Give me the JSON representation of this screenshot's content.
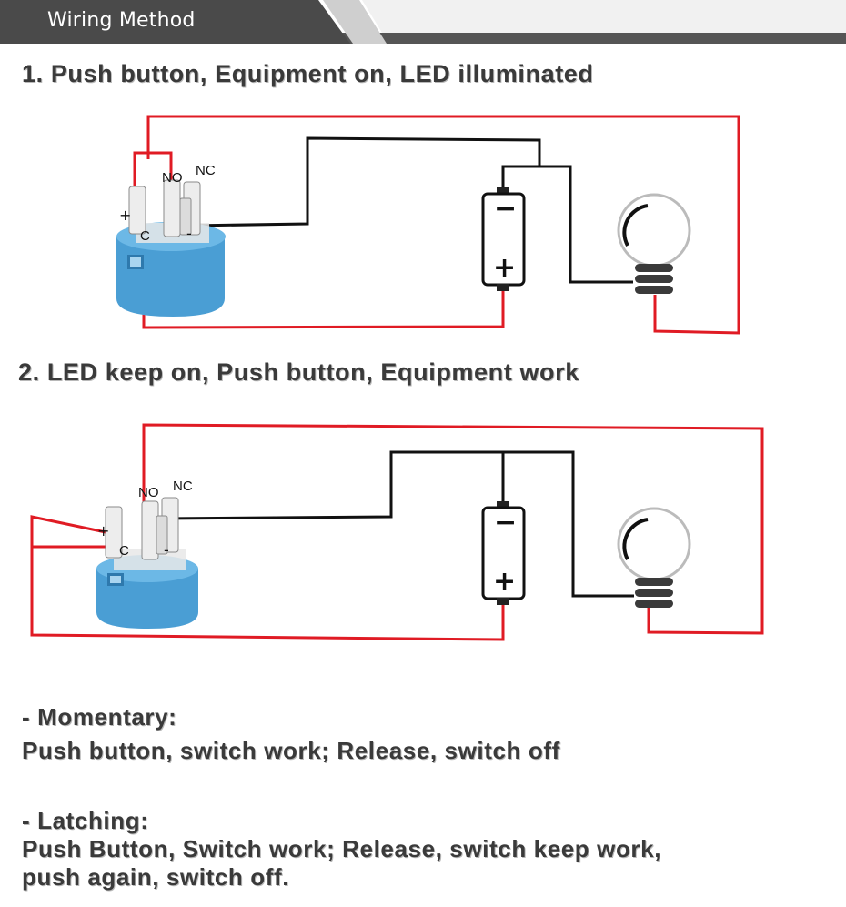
{
  "banner": {
    "title": "Wiring Method"
  },
  "section1": {
    "heading": "1. Push button, Equipment on, LED illuminated",
    "labels": {
      "no": "NO",
      "nc": "NC",
      "plus": "+",
      "common": "C",
      "minus": "-"
    },
    "battery": {
      "top": "−",
      "bottom": "+"
    }
  },
  "section2": {
    "heading": "2. LED keep on, Push button, Equipment work",
    "labels": {
      "no": "NO",
      "nc": "NC",
      "plus": "+",
      "common": "C",
      "minus": "-"
    },
    "battery": {
      "top": "−",
      "bottom": "+"
    }
  },
  "modes": {
    "momentary": {
      "title": "- Momentary:",
      "desc": "Push button, switch work; Release, switch off"
    },
    "latching": {
      "title": "- Latching:",
      "line1": "Push Button, Switch work; Release, switch keep work,",
      "line2": "push again, switch off."
    }
  },
  "colors": {
    "wire_positive": "#e01b24",
    "wire_negative": "#111111",
    "switch_body": "#4a9ed4",
    "banner_dark": "#4a4a4a"
  }
}
